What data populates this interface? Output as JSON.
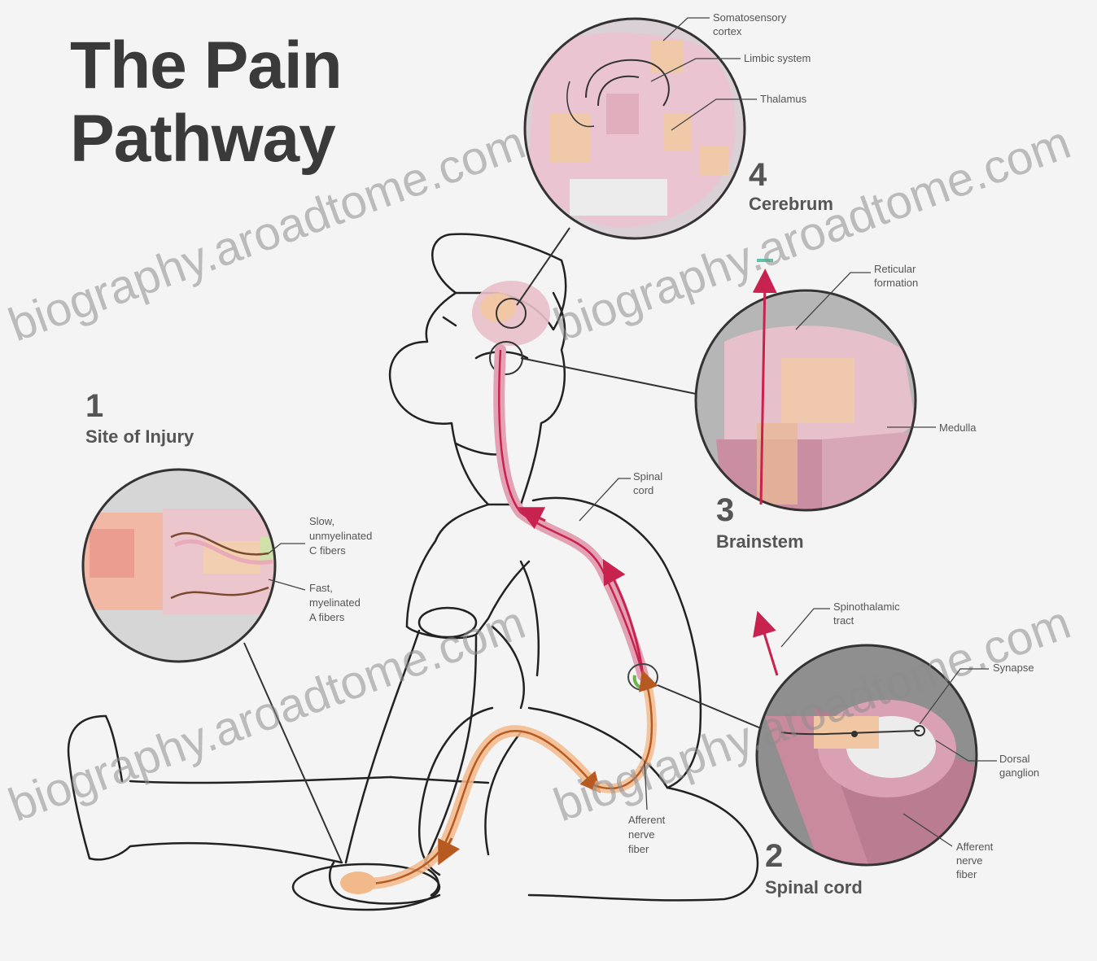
{
  "title": {
    "line1": "The Pain",
    "line2": "Pathway"
  },
  "steps": [
    {
      "number": "1",
      "label": "Site of Injury"
    },
    {
      "number": "2",
      "label": "Spinal cord"
    },
    {
      "number": "3",
      "label": "Brainstem"
    },
    {
      "number": "4",
      "label": "Cerebrum"
    }
  ],
  "callouts": {
    "injury": [
      "Slow,",
      "unmyelinated",
      "C fibers",
      "Fast,",
      "myelinated",
      "A fibers"
    ],
    "cerebrum": [
      "Somatosensory",
      "cortex",
      "Limbic system",
      "Thalamus"
    ],
    "brainstem": [
      "Reticular",
      "formation",
      "Medulla"
    ],
    "spinal": [
      "Spinothalamic",
      "tract",
      "Synapse",
      "Dorsal",
      "ganglion",
      "Afferent",
      "nerve",
      "fiber"
    ],
    "body": [
      "Spinal",
      "cord",
      "Afferent",
      "nerve",
      "fiber"
    ]
  },
  "watermark": "biography.aroadtome.com",
  "colors": {
    "tissue_pink": "#e7b7c5",
    "tissue_peach": "#f2c79e",
    "nerve_red": "#c8224f",
    "nerve_orange": "#d9752f",
    "lens_gray": "#bdbdbd"
  }
}
